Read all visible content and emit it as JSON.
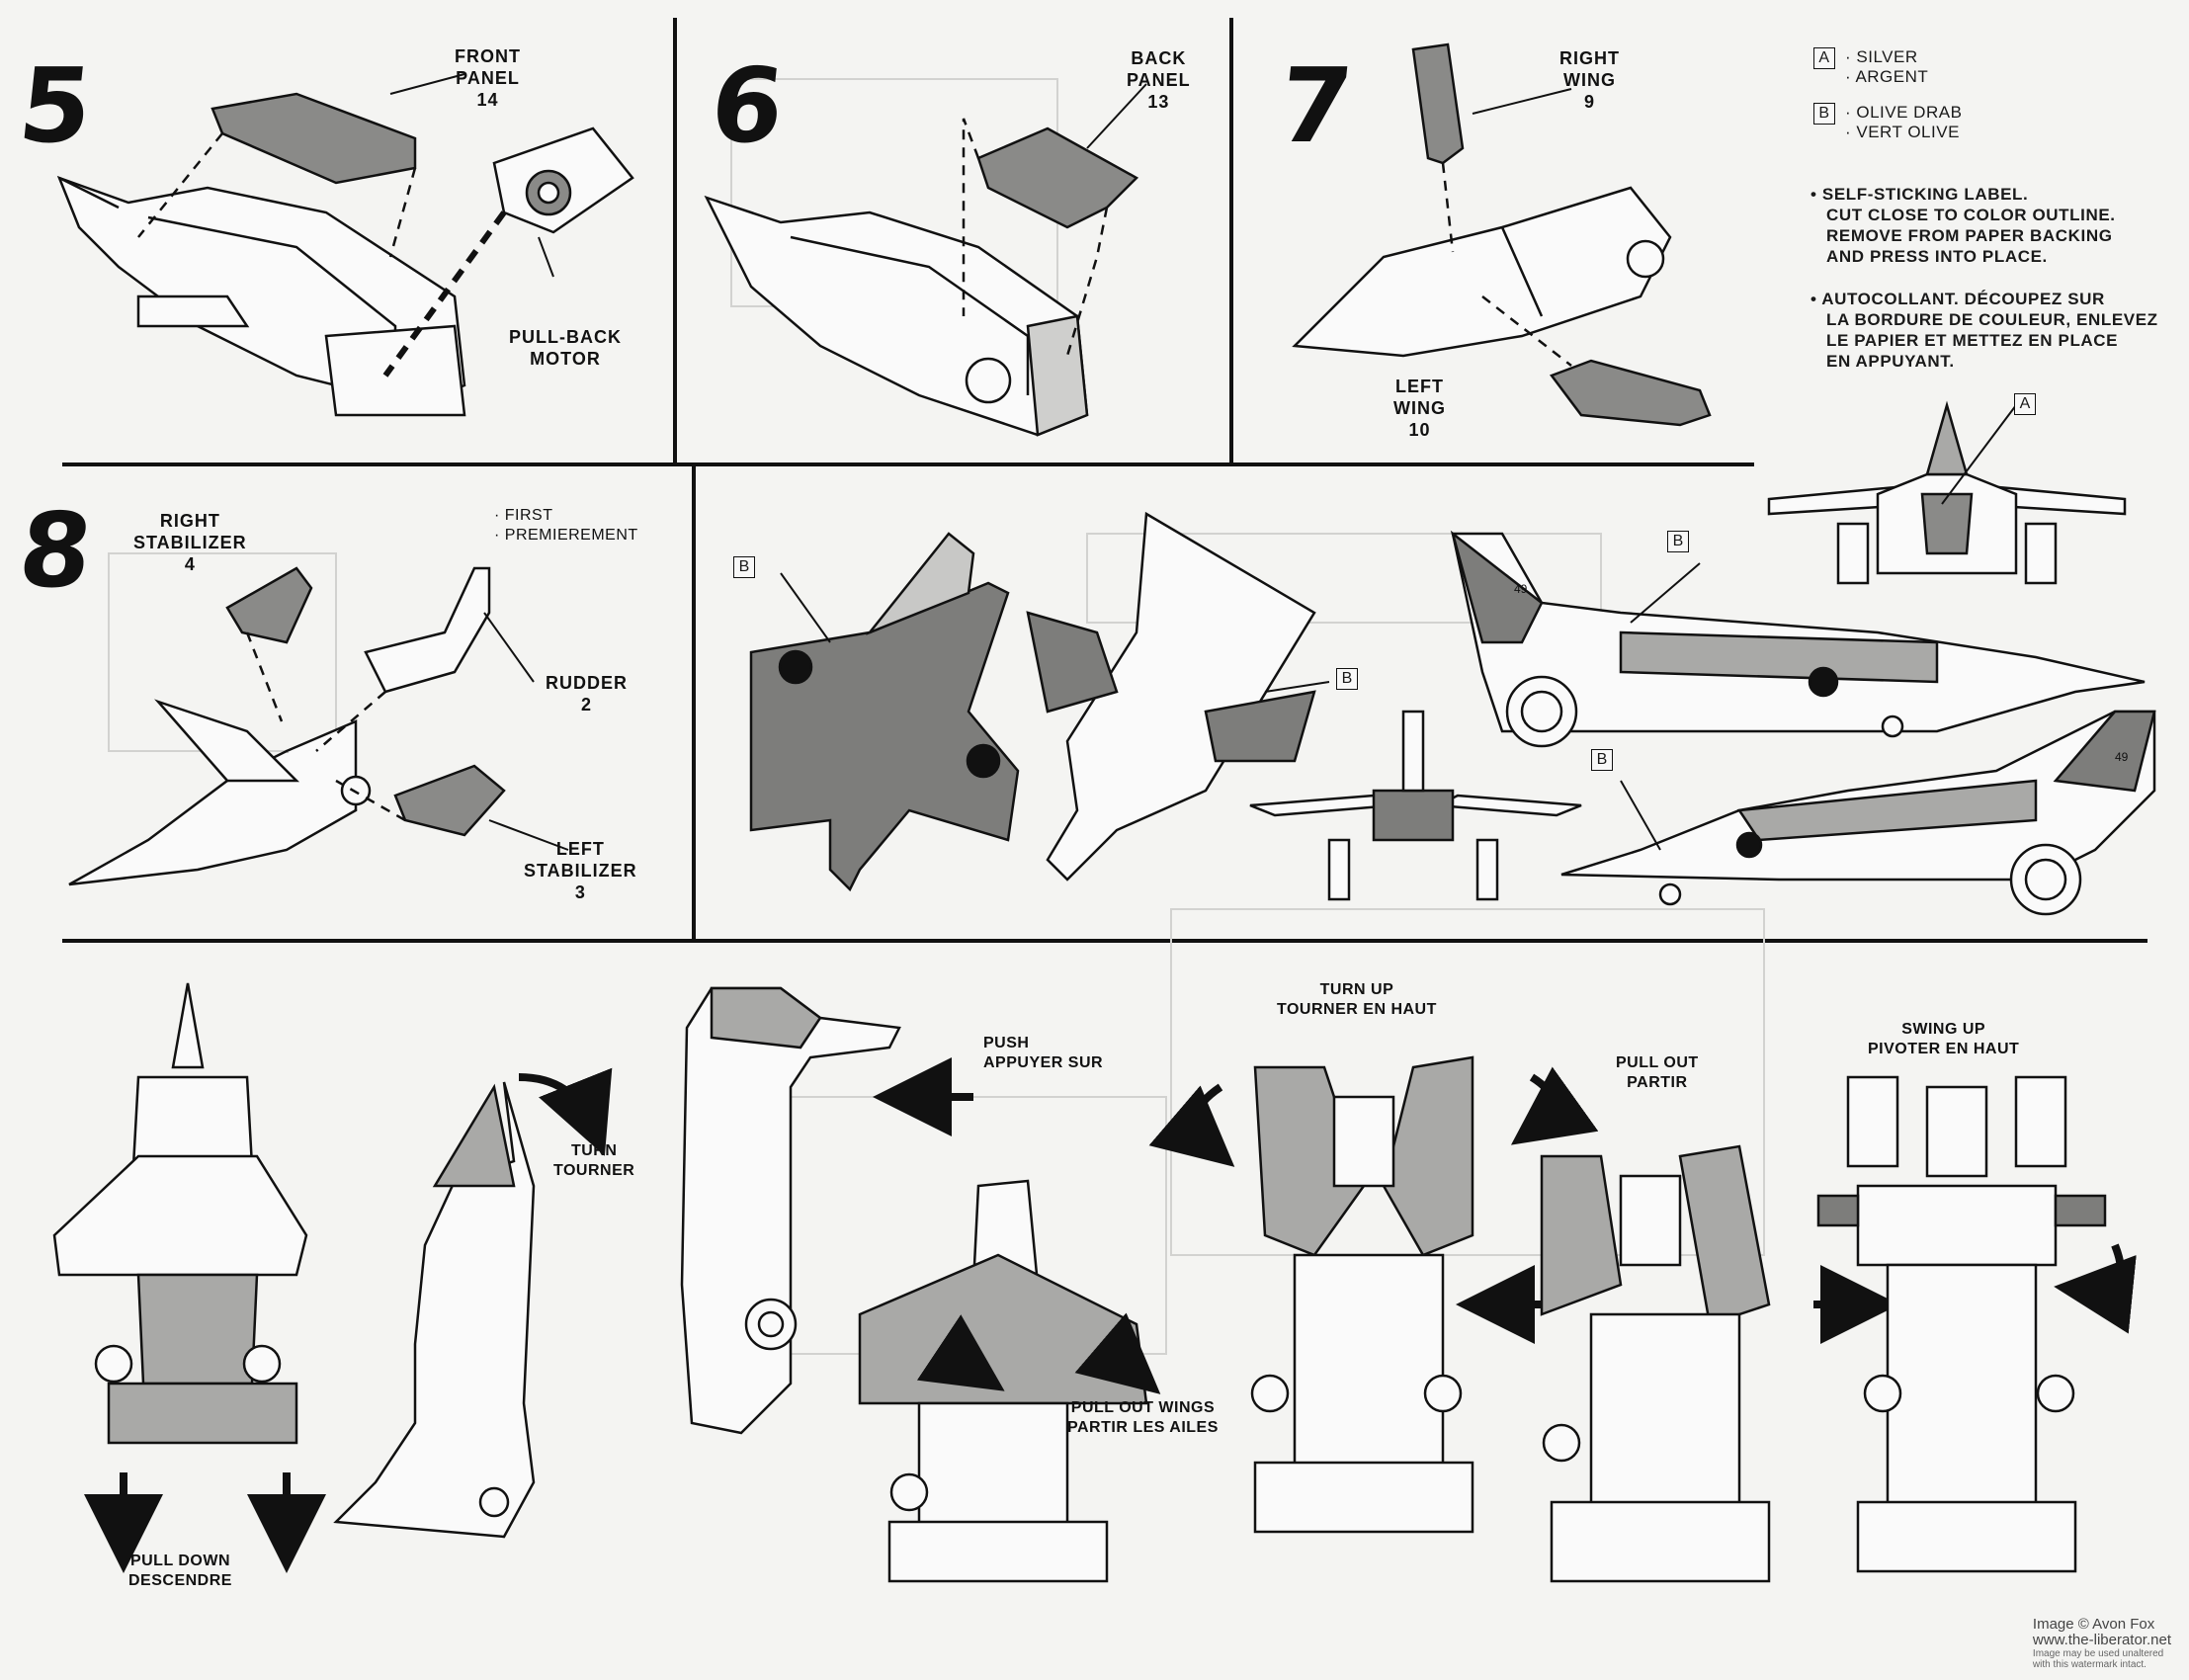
{
  "steps": {
    "s5": {
      "number": "5",
      "front_panel": [
        "FRONT",
        "PANEL",
        "14"
      ],
      "pullback_motor": [
        "PULL-BACK",
        "MOTOR"
      ]
    },
    "s6": {
      "number": "6",
      "back_panel": [
        "BACK",
        "PANEL",
        "13"
      ]
    },
    "s7": {
      "number": "7",
      "right_wing": [
        "RIGHT",
        "WING",
        "9"
      ],
      "left_wing": [
        "LEFT",
        "WING",
        "10"
      ]
    },
    "s8": {
      "number": "8",
      "right_stabilizer": [
        "RIGHT",
        "STABILIZER",
        "4"
      ],
      "first": [
        "· FIRST",
        "· PREMIEREMENT"
      ],
      "rudder": [
        "RUDDER",
        "2"
      ],
      "left_stabilizer": [
        "LEFT",
        "STABILIZER",
        "3"
      ]
    }
  },
  "legend": {
    "a_letter": "A",
    "a_text": [
      "· SILVER",
      "· ARGENT"
    ],
    "b_letter": "B",
    "b_text": [
      "· OLIVE DRAB",
      "· VERT OLIVE"
    ],
    "note_en": [
      "• SELF-STICKING LABEL.",
      "CUT CLOSE TO COLOR OUTLINE.",
      "REMOVE FROM PAPER BACKING",
      "AND PRESS INTO PLACE."
    ],
    "note_fr": [
      "• AUTOCOLLANT. DÉCOUPEZ SUR",
      "LA BORDURE DE COULEUR, ENLEVEZ",
      "LE PAPIER ET METTEZ EN PLACE",
      "EN APPUYANT."
    ]
  },
  "decal_markers": {
    "a": "A",
    "b": "B",
    "tail_number": "49"
  },
  "transform": {
    "pull_down": [
      "PULL DOWN",
      "DESCENDRE"
    ],
    "turn": [
      "TURN",
      "TOURNER"
    ],
    "push": [
      "PUSH",
      "APPUYER SUR"
    ],
    "pull_out_wings": [
      "PULL OUT WINGS",
      "PARTIR LES AILES"
    ],
    "turn_up": [
      "TURN UP",
      "TOURNER EN HAUT"
    ],
    "pull_out": [
      "PULL OUT",
      "PARTIR"
    ],
    "swing_up": [
      "SWING UP",
      "PIVOTER EN HAUT"
    ]
  },
  "credit": {
    "line1": "Image © Avon Fox",
    "line2": "www.the-liberator.net",
    "line3": "Image may be used unaltered",
    "line4": "with this watermark intact."
  },
  "colors": {
    "ink": "#111111",
    "olive_fill": "#7d7d7b",
    "silver_fill": "#a9a9a7",
    "paper": "#f4f4f2"
  }
}
